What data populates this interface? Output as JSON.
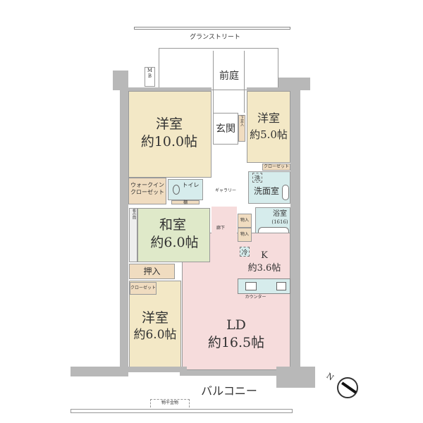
{
  "street": "グランストリート",
  "rooms": {
    "front_garden": "前庭",
    "mb": "M\nB",
    "western1": {
      "name": "洋室",
      "size": "約10.0帖"
    },
    "entrance": "玄関",
    "shoe_storage": "下足入",
    "western2": {
      "name": "洋室",
      "size": "約5.0帖"
    },
    "closet_small": "クローゼット",
    "walkin": "ウォークイン\nクローゼット",
    "toilet": "トイレ",
    "gallery": "ギャラリー",
    "wash_mark": "洗",
    "washroom": "洗面室",
    "shelf": "棚",
    "bath": {
      "name": "浴室",
      "size": "(1616)"
    },
    "storage1": "物入",
    "storage2": "物入",
    "hallway": "廊下",
    "japanese": {
      "name": "和室",
      "size": "約6.0帖"
    },
    "board": "板の間",
    "fridge": "冷",
    "kitchen": {
      "name": "K",
      "size": "約3.6帖"
    },
    "counter": "カウンター",
    "oshiire": "押入",
    "closet3": "クローゼット",
    "western3": {
      "name": "洋室",
      "size": "約6.0帖"
    },
    "ld": {
      "name": "LD",
      "size": "約16.5帖"
    },
    "balcony": "バルコニー",
    "drying": "物干金物"
  },
  "compass": "N"
}
